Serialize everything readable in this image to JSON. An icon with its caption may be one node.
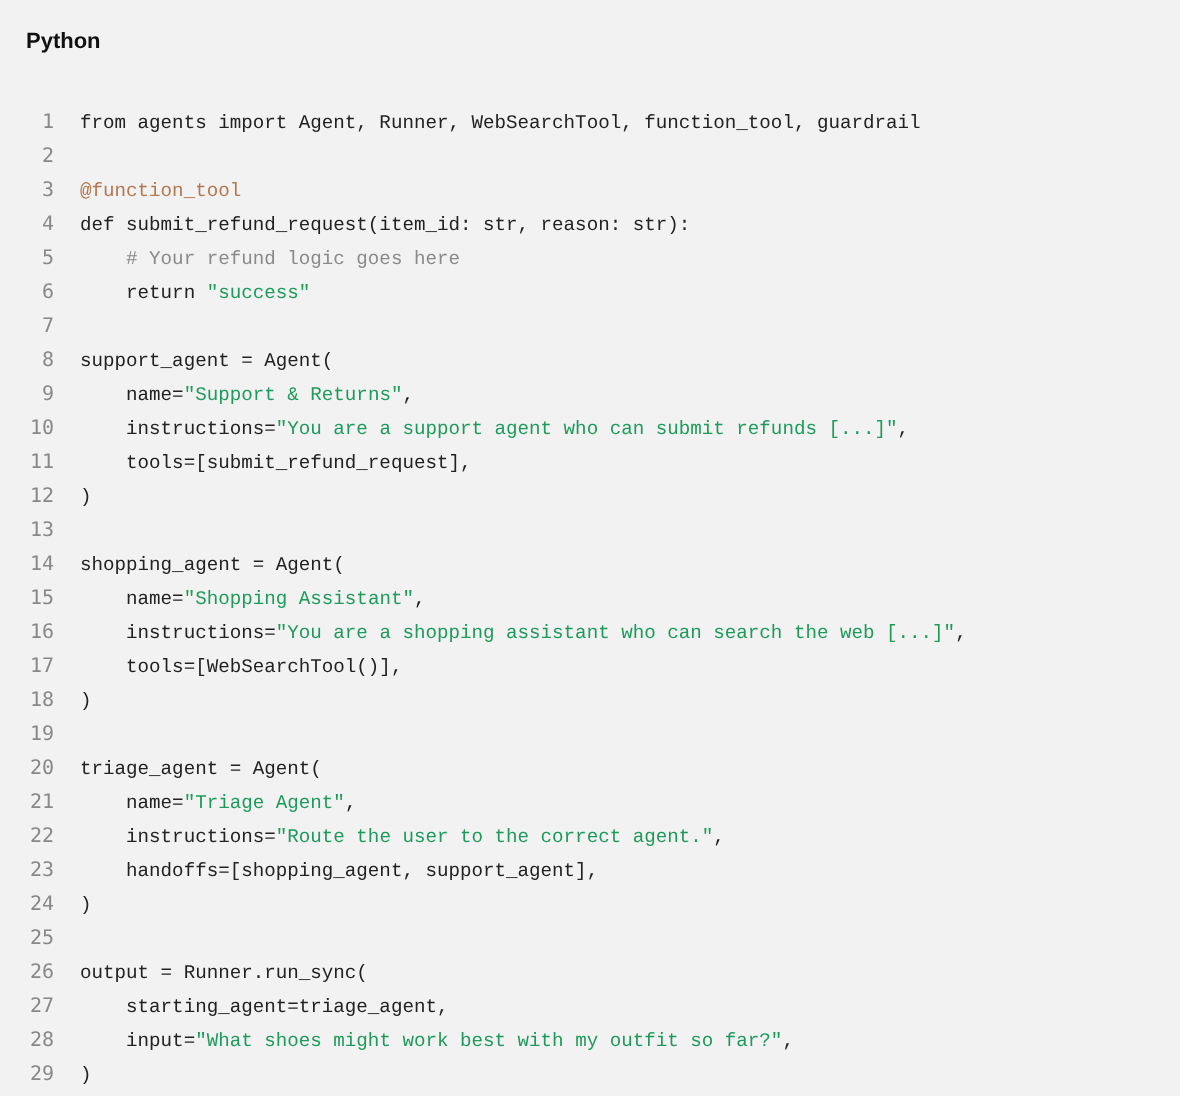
{
  "diagram": {
    "title": "Python",
    "labels": [
      "1",
      "from agents import Agent, Runner, WebSearchTool, function_tool, guardrail",
      "2",
      "3",
      "@function_tool",
      "4",
      "def submit_refund_request(item_id: str, reason: str):",
      "5",
      "    # Your refund logic goes here",
      "6",
      "    return \"success\"",
      "7",
      "8",
      "support_agent = Agent(",
      "9",
      "    name=\"Support & Returns\",",
      "10",
      "    instructions=\"You are a support agent who can submit refunds [...]\",",
      "11",
      "    tools=[submit_refund_request],",
      "12",
      ")",
      "13",
      "14",
      "shopping_agent = Agent(",
      "15",
      "    name=\"Shopping Assistant\",",
      "16",
      "    instructions=\"You are a shopping assistant who can search the web [...]\",",
      "17",
      "    tools=[WebSearchTool()],",
      "18",
      ")",
      "19",
      "20",
      "triage_agent = Agent(",
      "21",
      "    name=\"Triage Agent\",",
      "22",
      "    instructions=\"Route the user to the correct agent.\",",
      "23",
      "    handoffs=[shopping_agent, support_agent],",
      "24",
      ")",
      "25",
      "26",
      "output = Runner.run_sync(",
      "27",
      "    starting_agent=triage_agent,",
      "28",
      "    input=\"What shoes might work best with my outfit so far?\",",
      "29",
      ")"
    ]
  }
}
